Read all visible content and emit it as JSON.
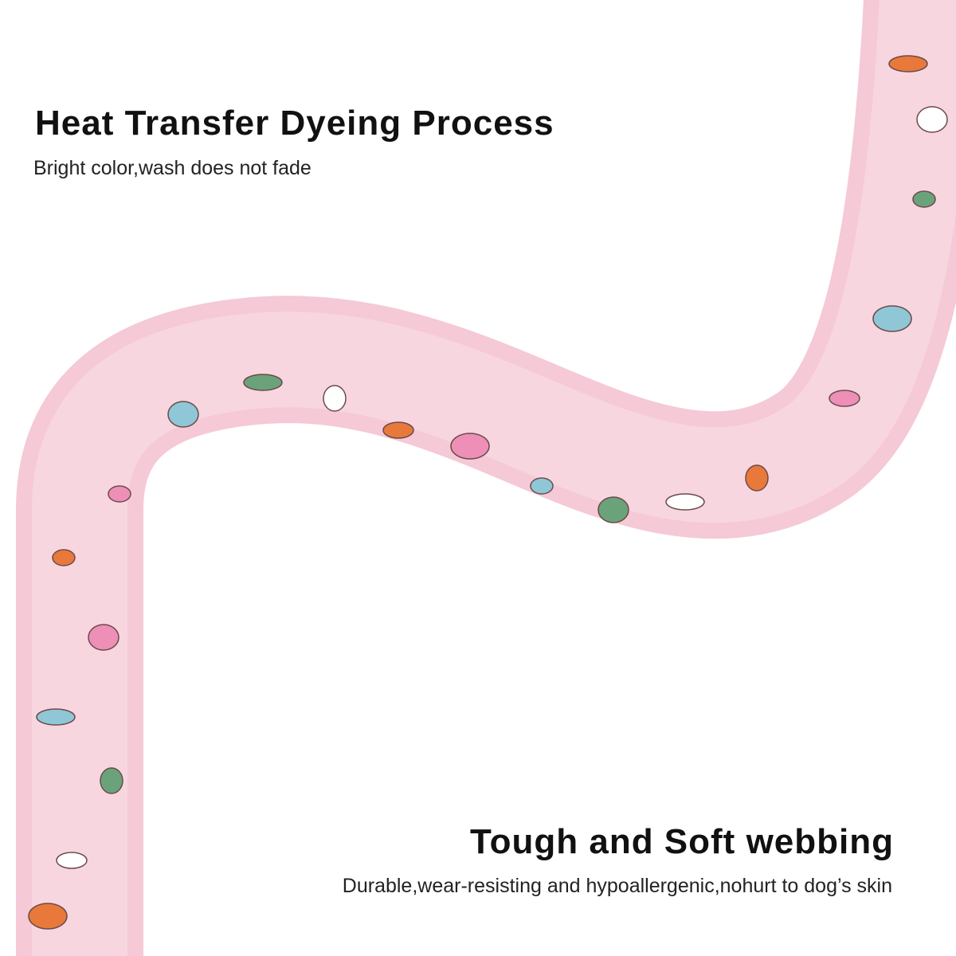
{
  "feature1": {
    "title": "Heat Transfer Dyeing Process",
    "subtitle": "Bright color,wash does not fade"
  },
  "feature2": {
    "title": "Tough and Soft webbing",
    "subtitle": "Durable,wear-resisting and hypoallergenic,nohurt to dog’s skin"
  },
  "colors": {
    "ribbon": "#f5c9d6",
    "ribbon_edge": "#e9a9bd",
    "carrot": "#e8793a",
    "bow": "#ee8fb8",
    "egg": "#8fc7d6",
    "leaf": "#6aa37a"
  }
}
